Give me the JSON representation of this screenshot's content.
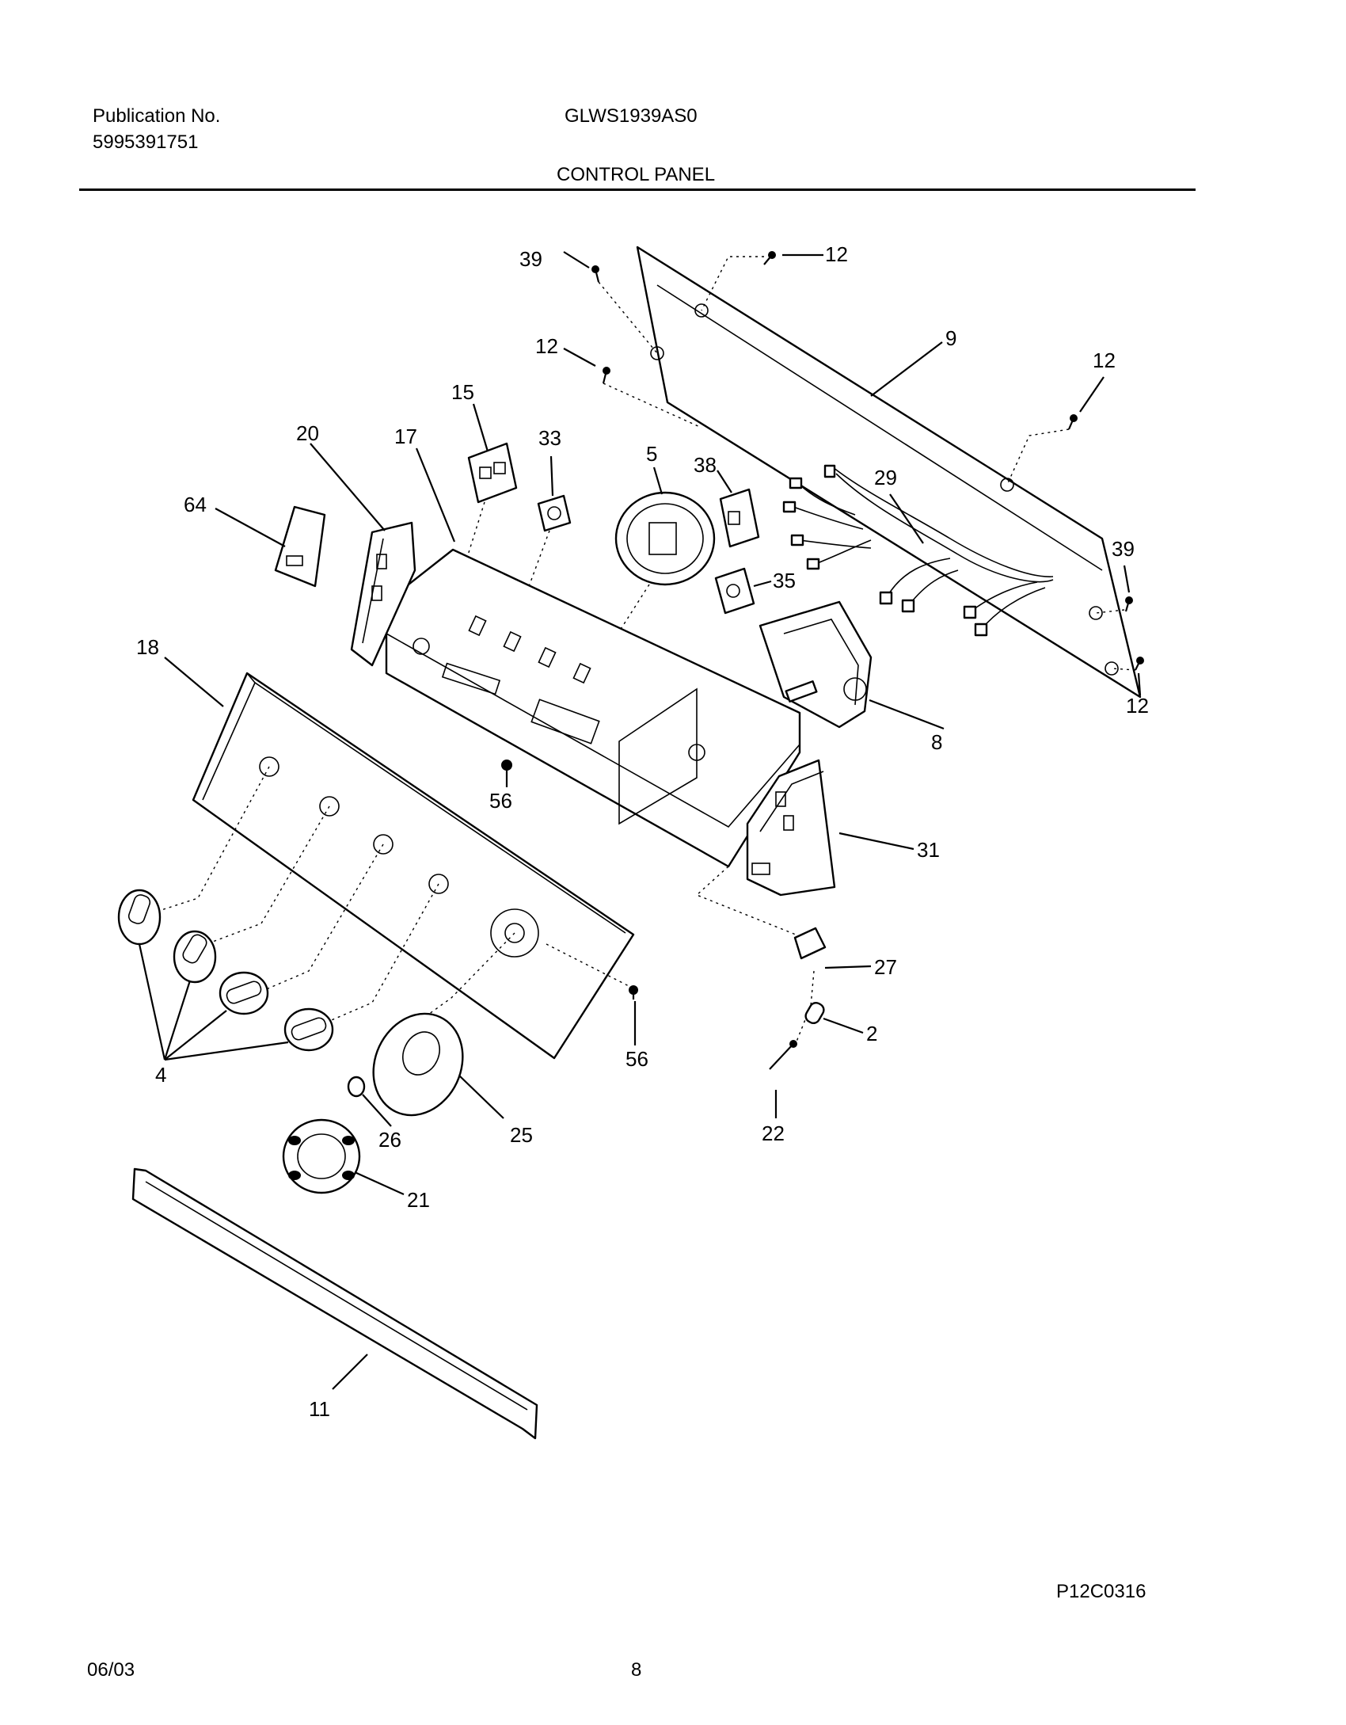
{
  "header": {
    "publication_label": "Publication No.",
    "publication_number": "5995391751",
    "model": "GLWS1939AS0",
    "section_title": "CONTROL PANEL"
  },
  "footer": {
    "date": "06/03",
    "page_number": "8",
    "illustration_id": "P12C0316"
  },
  "callouts": {
    "c39a": "39",
    "c12a": "12",
    "c12b": "12",
    "c12c": "12",
    "c12d": "12",
    "c9": "9",
    "c15": "15",
    "c33": "33",
    "c5": "5",
    "c38": "38",
    "c20": "20",
    "c17": "17",
    "c64": "64",
    "c29": "29",
    "c39b": "39",
    "c35": "35",
    "c18": "18",
    "c8": "8",
    "c56a": "56",
    "c31": "31",
    "c27": "27",
    "c2": "2",
    "c56b": "56",
    "c22": "22",
    "c4": "4",
    "c26": "26",
    "c25": "25",
    "c21": "21",
    "c11": "11"
  }
}
